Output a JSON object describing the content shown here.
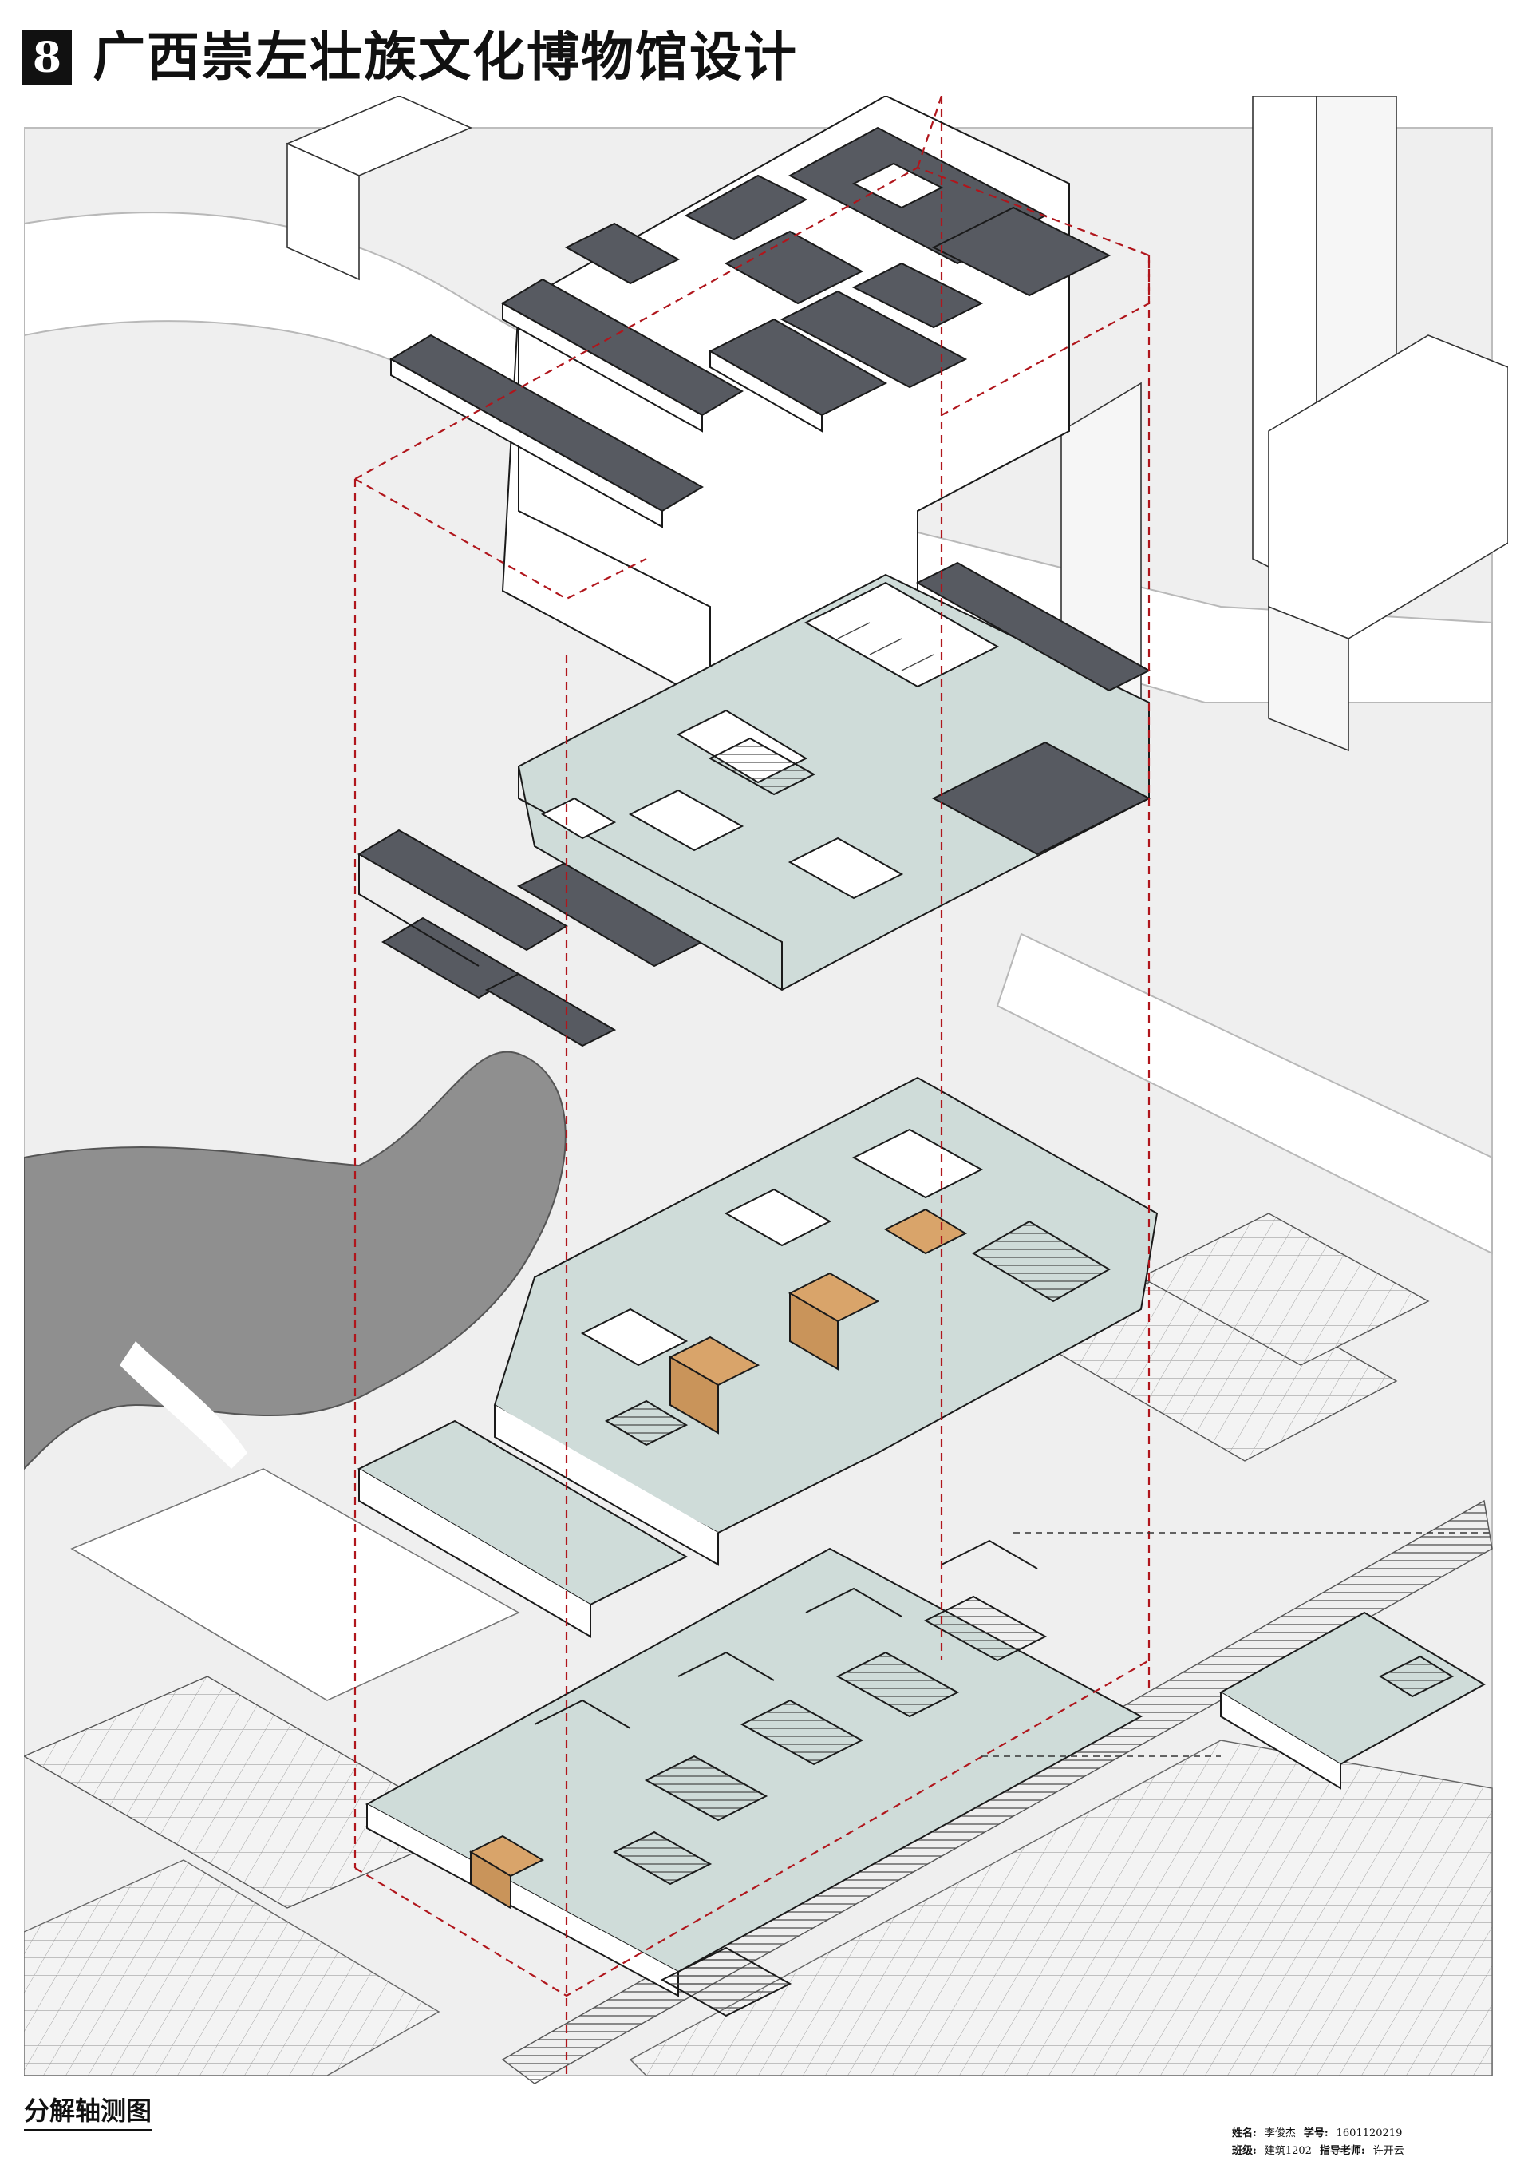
{
  "header": {
    "number": "8",
    "title": "广西崇左壮族文化博物馆设计"
  },
  "caption": "分解轴测图",
  "info": {
    "name_label": "姓名:",
    "name": "李俊杰",
    "id_label": "学号:",
    "id": "1601120219",
    "class_label": "班级:",
    "class": "建筑1202",
    "advisor_label": "指导老师:",
    "advisor": "许开云"
  },
  "colors": {
    "roof": "#575a61",
    "floor_teal": "#cfdcd9",
    "wood": "#d9a46a",
    "ground": "#eeeeee",
    "water": "#8f8f8f",
    "line": "#1a1a1a",
    "guide_red": "#b0161c"
  }
}
